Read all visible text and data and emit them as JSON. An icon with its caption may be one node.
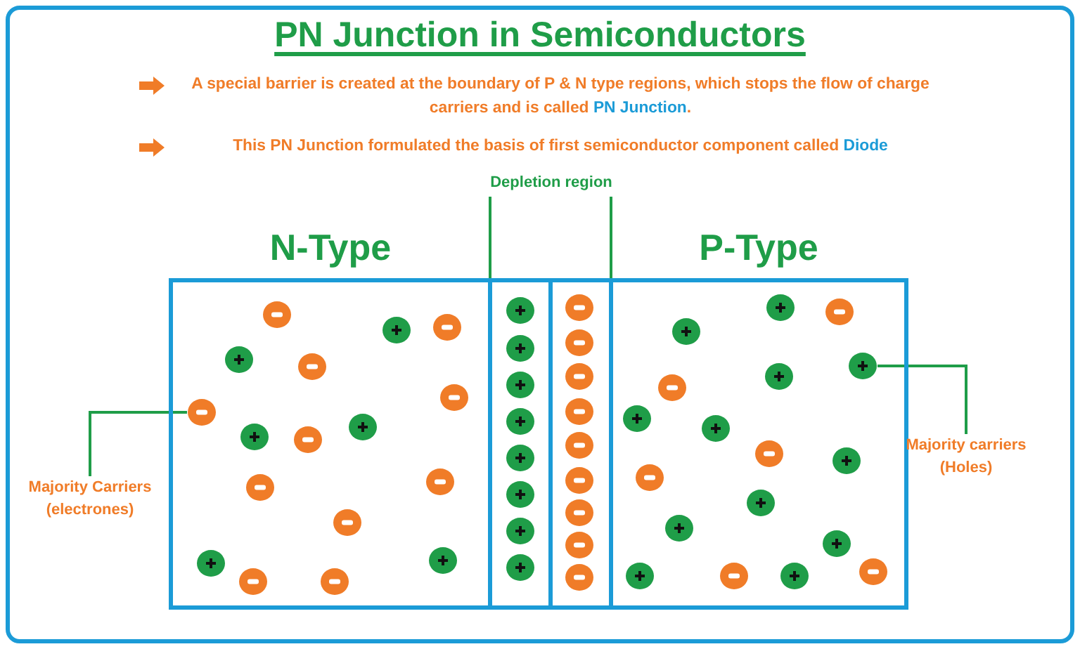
{
  "diagram": {
    "title": "PN Junction in Semiconductors",
    "nodes": [
      {
        "text": [
          "N-Type"
        ]
      },
      {
        "text": [],
        "shape": "circle",
        "in": 0
      },
      {
        "text": [
          "Majority Carriers (electrones)"
        ]
      },
      {
        "text": [
          "Depletion region"
        ]
      },
      {
        "text": [],
        "shape": "box"
      },
      {
        "text": [],
        "shape": "box"
      },
      {
        "text": [
          "P-Type"
        ]
      },
      {
        "text": [],
        "shape": "circle",
        "in": 6
      },
      {
        "text": [
          "Majority carriers (Holes)"
        ]
      }
    ],
    "edges": [
      {
        "from": 2,
        "to": 1,
        "arrow": "none"
      },
      {
        "from": 3,
        "to": 4,
        "arrow": "none"
      },
      {
        "from": 3,
        "to": 5,
        "arrow": "none"
      },
      {
        "from": 8,
        "to": 7,
        "arrow": "none"
      }
    ],
    "labels": [
      "A special barrier is created at the boundary of P & N type regions, which stops the flow of charge carriers and is called **PN Junction**.",
      "This PN Junction formulated the basis of first semiconductor component called **Diode**"
    ]
  }
}
